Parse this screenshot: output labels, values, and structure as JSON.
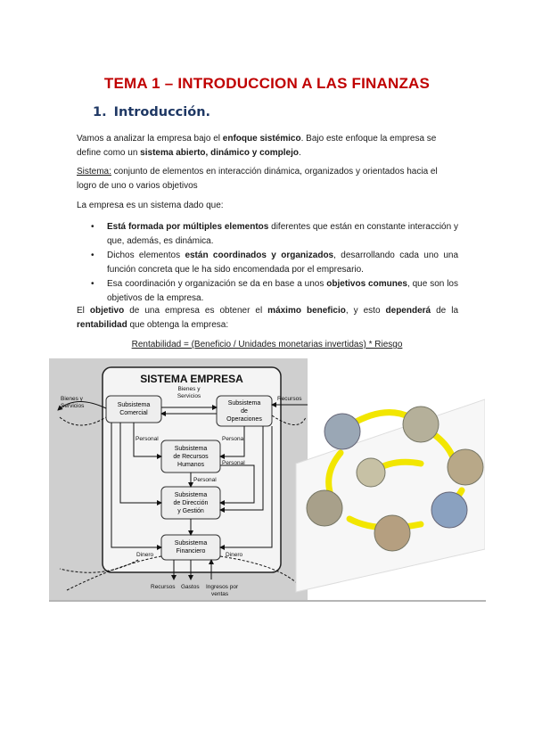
{
  "title": "TEMA 1 – INTRODUCCION A LAS FINANZAS",
  "section": {
    "number": "1.",
    "title": "Introducción."
  },
  "p1": {
    "t1": "Vamos a analizar la empresa bajo el ",
    "b1": "enfoque sistémico",
    "t2": ". Bajo este enfoque la empresa se define como un ",
    "b2": "sistema abierto, dinámico y complejo",
    "t3": "."
  },
  "p2": {
    "term": "Sistema:",
    "text": " conjunto de elementos en interacción dinámica, organizados y orientados hacia el logro de uno o varios objetivos"
  },
  "p3": "La empresa es un sistema dado que:",
  "bullets": [
    {
      "b": "Está formada por múltiples elementos",
      "t": " diferentes que están en constante interacción y que, además, es dinámica."
    },
    {
      "pre": "Dichos elementos ",
      "b": "están coordinados y organizados",
      "t": ", desarrollando cada uno una función concreta que le ha sido encomendada por el empresario."
    },
    {
      "pre": "Esa coordinación y organización se da en base a unos ",
      "b": "objetivos comunes",
      "t": ", que son los objetivos de la empresa."
    }
  ],
  "p4": {
    "t1": "El ",
    "b1": "objetivo",
    "t2": " de una empresa es obtener el ",
    "b2": "máximo beneficio",
    "t3": ", y esto ",
    "b3": "dependerá",
    "t4": " de la ",
    "b4": "rentabilidad",
    "t5": " que obtenga la empresa:"
  },
  "formula": "Rentabilidad = (Beneficio / Unidades monetarias invertidas) * Riesgo",
  "diagram": {
    "title": "SISTEMA EMPRESA",
    "boxes": {
      "comercial": [
        "Subsistema",
        "Comercial"
      ],
      "operaciones": [
        "Subsistema",
        "de",
        "Operaciones"
      ],
      "rrhh": [
        "Subsistema",
        "de Recursos",
        "Humanos"
      ],
      "direccion": [
        "Subsistema",
        "de Dirección",
        "y Gestión"
      ],
      "financiero": [
        "Subsistema",
        "Financiero"
      ]
    },
    "labels": {
      "bienes_left": [
        "Bienes y",
        "Servicios"
      ],
      "bienes_top": [
        "Bienes y",
        "Servicios"
      ],
      "recursos_right": "Recursos",
      "personal_1": "Personal",
      "personal_2": "Personal",
      "personal_3": "Personal",
      "personal_4": "Personal",
      "dinero_left": "Dinero",
      "dinero_right": "Dinero",
      "recursos_bottom": "Recursos",
      "gastos": "Gastos",
      "ingresos": [
        "Ingresos por",
        "ventas"
      ]
    }
  },
  "colors": {
    "title": "#c00000",
    "section": "#1f3864",
    "diagram_bg": "#cfcfcf",
    "box_fill": "#eeeeee"
  }
}
